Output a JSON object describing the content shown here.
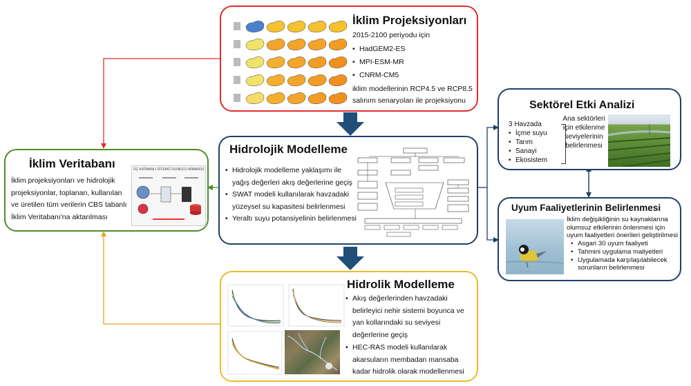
{
  "iklim_projeksiyonlari": {
    "title": "İklim Projeksiyonları",
    "period": "2015-2100 periyodu için",
    "models": [
      "HadGEM2-ES",
      "MPI-ESM-MR",
      "CNRM-CM5"
    ],
    "desc": "iklim modellerinin RCP4.5 ve RCP8.5 salınım senaryoları ile projeksiyonu"
  },
  "iklim_veritabani": {
    "title": "İklim Veritabanı",
    "text": "İklim projeksiyonları ve hidrolojik projeksiyonlar, toplanan, kullanılan ve üretilen tüm verilerin CBS tabanlı İklim Veritabanı'na aktarılması",
    "diagram_caption": "ÜÇ KATMANLI İSTEMCİ-SUNUCU MİMARİSİ"
  },
  "hidrolojik_modelleme": {
    "title": "Hidrolojik Modelleme",
    "bullets": [
      "Hidrolojik modelleme yaklaşımı ile yağış değerleri akış değerlerine geçiş",
      "SWAT modeli kullanılarak havzadaki yüzeysel su kapasitesi belirlenmesi",
      "Yeraltı suyu potansiyelinin belirlenmesi"
    ]
  },
  "hidrolik_modelleme": {
    "title": "Hidrolik Modelleme",
    "bullets": [
      "Akış değerlerinden havzadaki belirleyici nehir sistemi boyunca ve yan kollarındaki su seviyesi değerlerine geçiş",
      "HEC-RAS modeli kullanılarak akarsuların membadan mansaba kadar hidrolik olarak modellenmesi"
    ]
  },
  "sektorel_etki": {
    "title": "Sektörel Etki Analizi",
    "havza": "3 Havzada",
    "sectors": [
      "İçme suyu",
      "Tarım",
      "Sanayi",
      "Ekosistem"
    ],
    "desc": "Ana sektörleri için etkilenme seviyelerinin belirlenmesi"
  },
  "uyum": {
    "title": "Uyum Faaliyetlerinin Belirlenmesi",
    "intro": "İklim değişikliğinin su kaynaklarına olumsuz etkilerinin önlenmesi için uyum faaliyetleri önerileri geliştirilmesi",
    "bullets": [
      "Asgari 30 uyum faaliyeti",
      "Tahmini uygulama maliyetleri",
      "Uygulamada karşılaşılabilecek sorunların belirlenmesi"
    ]
  },
  "colors": {
    "red": "#e32b2b",
    "green": "#4e8b2c",
    "navy": "#1f3f66",
    "gold": "#f0b72a",
    "arrow": "#1f4e79",
    "orange_line": "#e6a31e"
  }
}
